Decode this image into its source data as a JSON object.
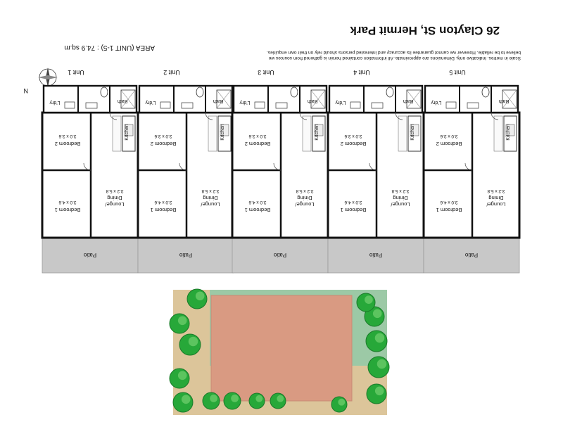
{
  "title": "26 Clayton St, Hermit Park",
  "area": "AREA (UNIT 1-5) : 74.9 sq.m",
  "disclaimer": [
    "Scale in metres. Indicative only. Dimensions are approximate. All information contained herein is gathered from sources we",
    "believe to be reliable. However we cannot guarantee its accuracy and interested persons should rely on their own enquiries."
  ],
  "north_label": "N",
  "units": [
    {
      "name": "Unit 1"
    },
    {
      "name": "Unit 2"
    },
    {
      "name": "Unit 3"
    },
    {
      "name": "Unit 4"
    },
    {
      "name": "Unit 5"
    }
  ],
  "rooms": {
    "laundry": "L'dry",
    "bath": "Bath",
    "kitchen": "Kitchen",
    "bedroom2": "Bedroom 2",
    "bedroom2_dim": "3.0 x 3.6",
    "bedroom1": "Bedroom 1",
    "bedroom1_dim": "3.0 x 4.6",
    "lounge_l1": "Lounge/",
    "lounge_l2": "Dining",
    "lounge_dim": "3.2 x 5.8",
    "patio": "Patio"
  },
  "colors": {
    "wall": "#111111",
    "patio": "#c8c8c8",
    "lawn": "#9cc9a6",
    "roof": "#d99a82",
    "gravel": "#dcc59a",
    "tree": "#27a839",
    "tree_dark": "#1b7a2a"
  }
}
